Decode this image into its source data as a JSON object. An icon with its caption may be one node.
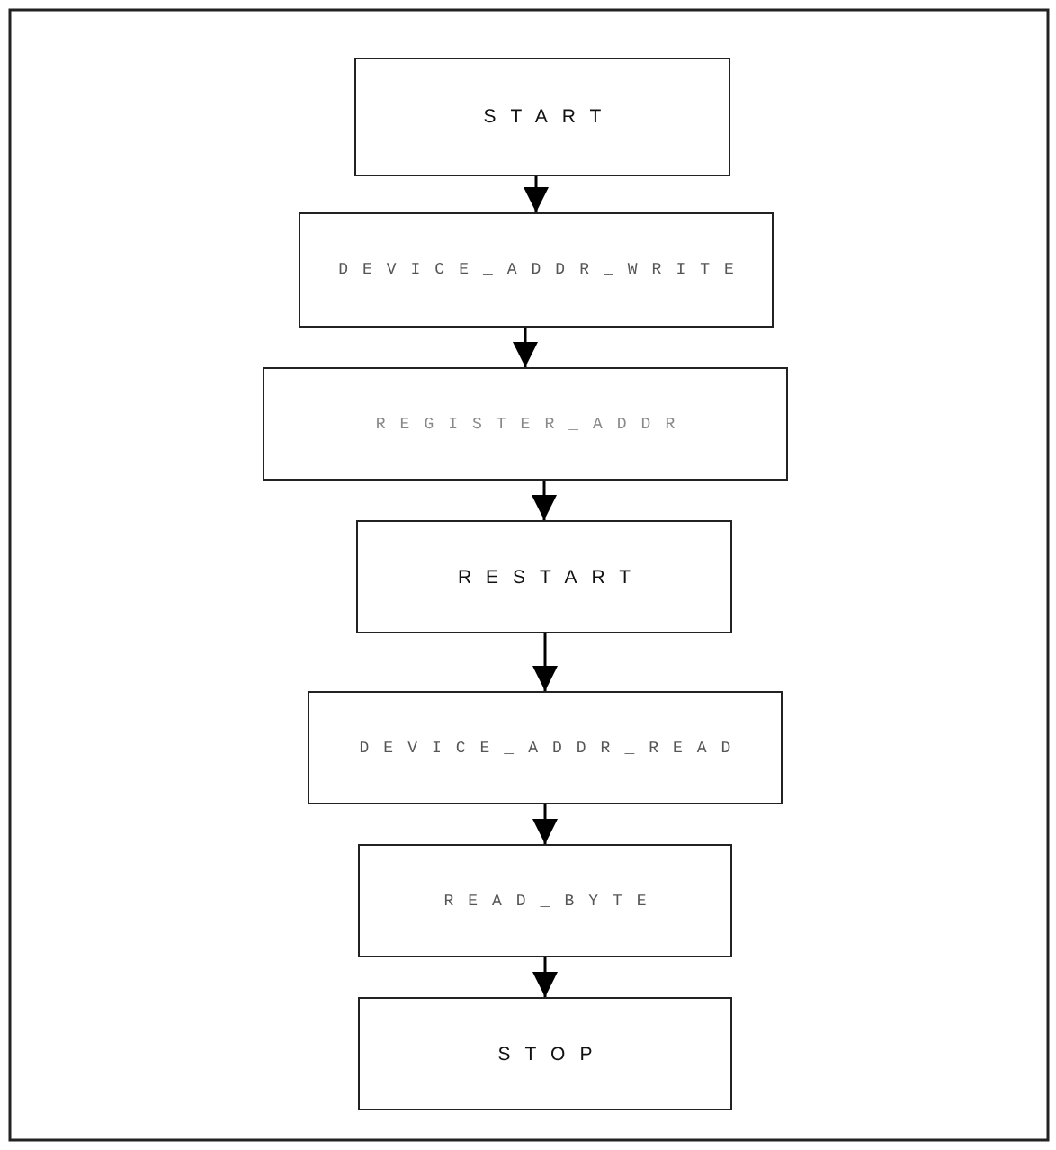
{
  "diagram": {
    "nodes": [
      {
        "text": [
          "START"
        ]
      },
      {
        "text": [
          "DEVICE_ADDR_WRITE"
        ]
      },
      {
        "text": [
          "REGISTER_ADDR"
        ]
      },
      {
        "text": [
          "RESTART"
        ]
      },
      {
        "text": [
          "DEVICE_ADDR_READ"
        ]
      },
      {
        "text": [
          "READ_BYTE"
        ]
      },
      {
        "text": [
          "STOP"
        ]
      }
    ],
    "edges": [
      {
        "from": 0,
        "to": 1,
        "arrow": "to"
      },
      {
        "from": 1,
        "to": 2,
        "arrow": "to"
      },
      {
        "from": 2,
        "to": 3,
        "arrow": "to"
      },
      {
        "from": 3,
        "to": 4,
        "arrow": "to"
      },
      {
        "from": 4,
        "to": 5,
        "arrow": "to"
      },
      {
        "from": 5,
        "to": 6,
        "arrow": "to"
      }
    ]
  }
}
